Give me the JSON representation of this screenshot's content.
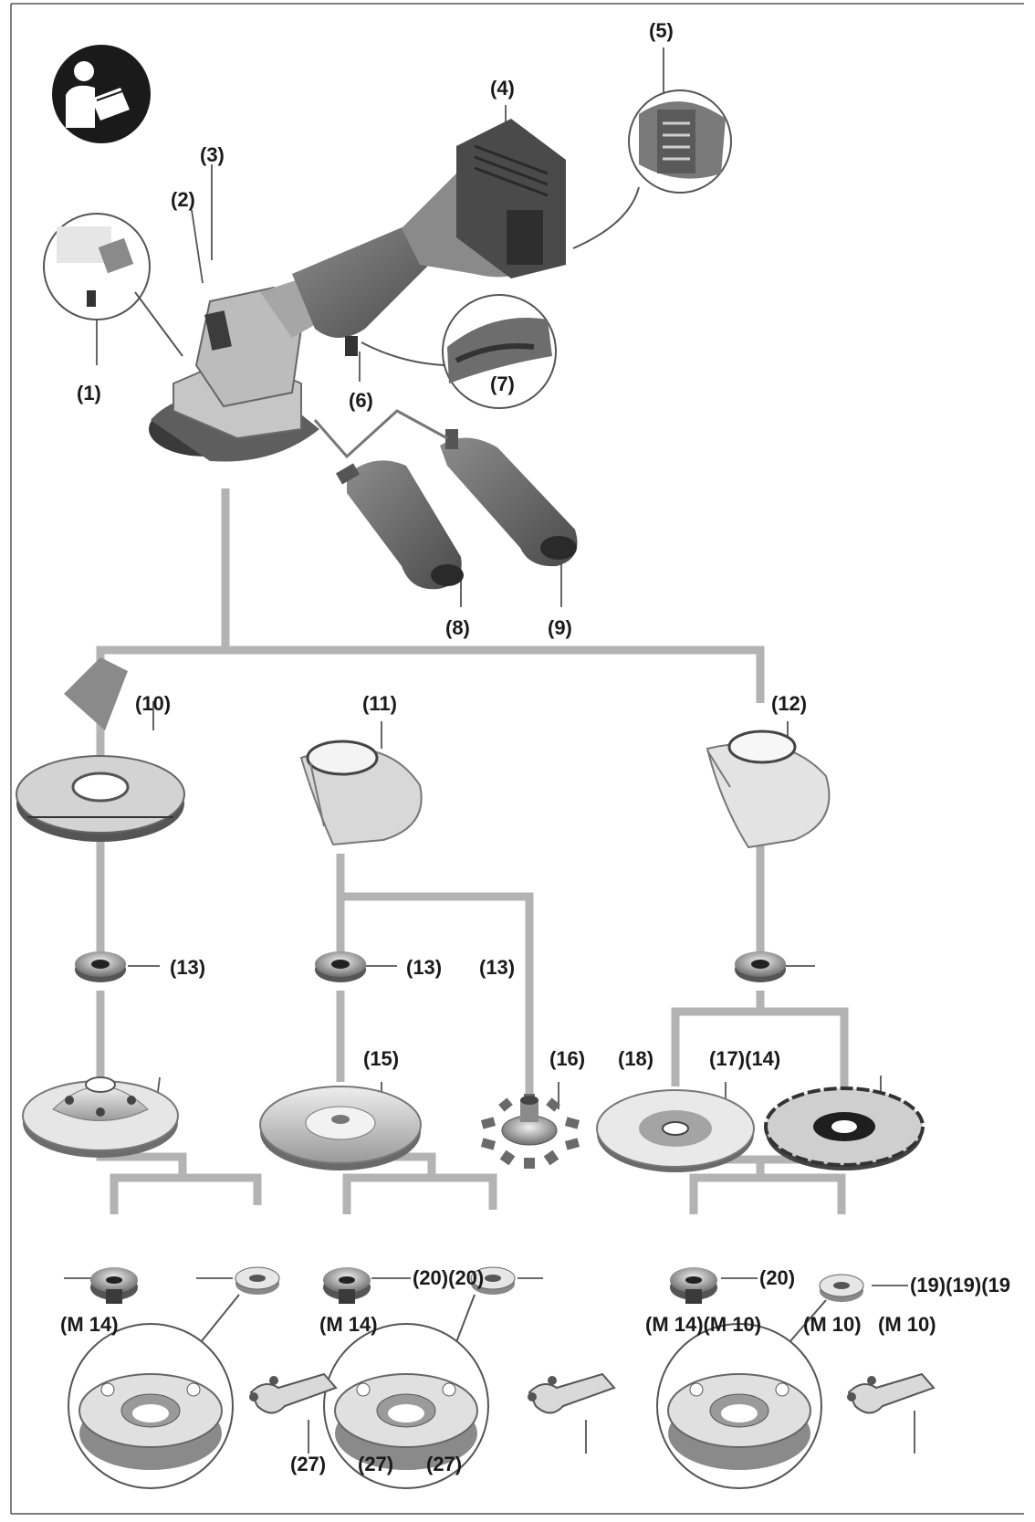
{
  "diagram": {
    "labels": {
      "l1": "(1)",
      "l2": "(2)",
      "l3": "(3)",
      "l4": "(4)",
      "l5": "(5)",
      "l6": "(6)",
      "l7": "(7)",
      "l8": "(8)",
      "l9": "(9)",
      "l10": "(10)",
      "l11": "(11)",
      "l12": "(12)",
      "l13a": "(13)",
      "l13b": "(13)",
      "l13c": "(13)",
      "l15": "(15)",
      "l16": "(16)",
      "l18": "(18)",
      "l17_14": "(17)(14)",
      "l20a": "(20)(20)",
      "l20b": "(20)",
      "l19": "(19)(19)(19",
      "m14a": "(M 14)",
      "m14b": "(M 14)",
      "m14c": "(M 14)(M 10)",
      "m10a": "(M 10)",
      "m10b": "(M 10)",
      "l27a": "(27)",
      "l27b": "(27)",
      "l27c": "(27)"
    },
    "icons": {
      "manual": "read-manual-icon"
    },
    "colors": {
      "line": "#b3b3b3",
      "dark": "#3a3a3a",
      "mid": "#7a7a7a",
      "light": "#d9d9d9"
    }
  }
}
